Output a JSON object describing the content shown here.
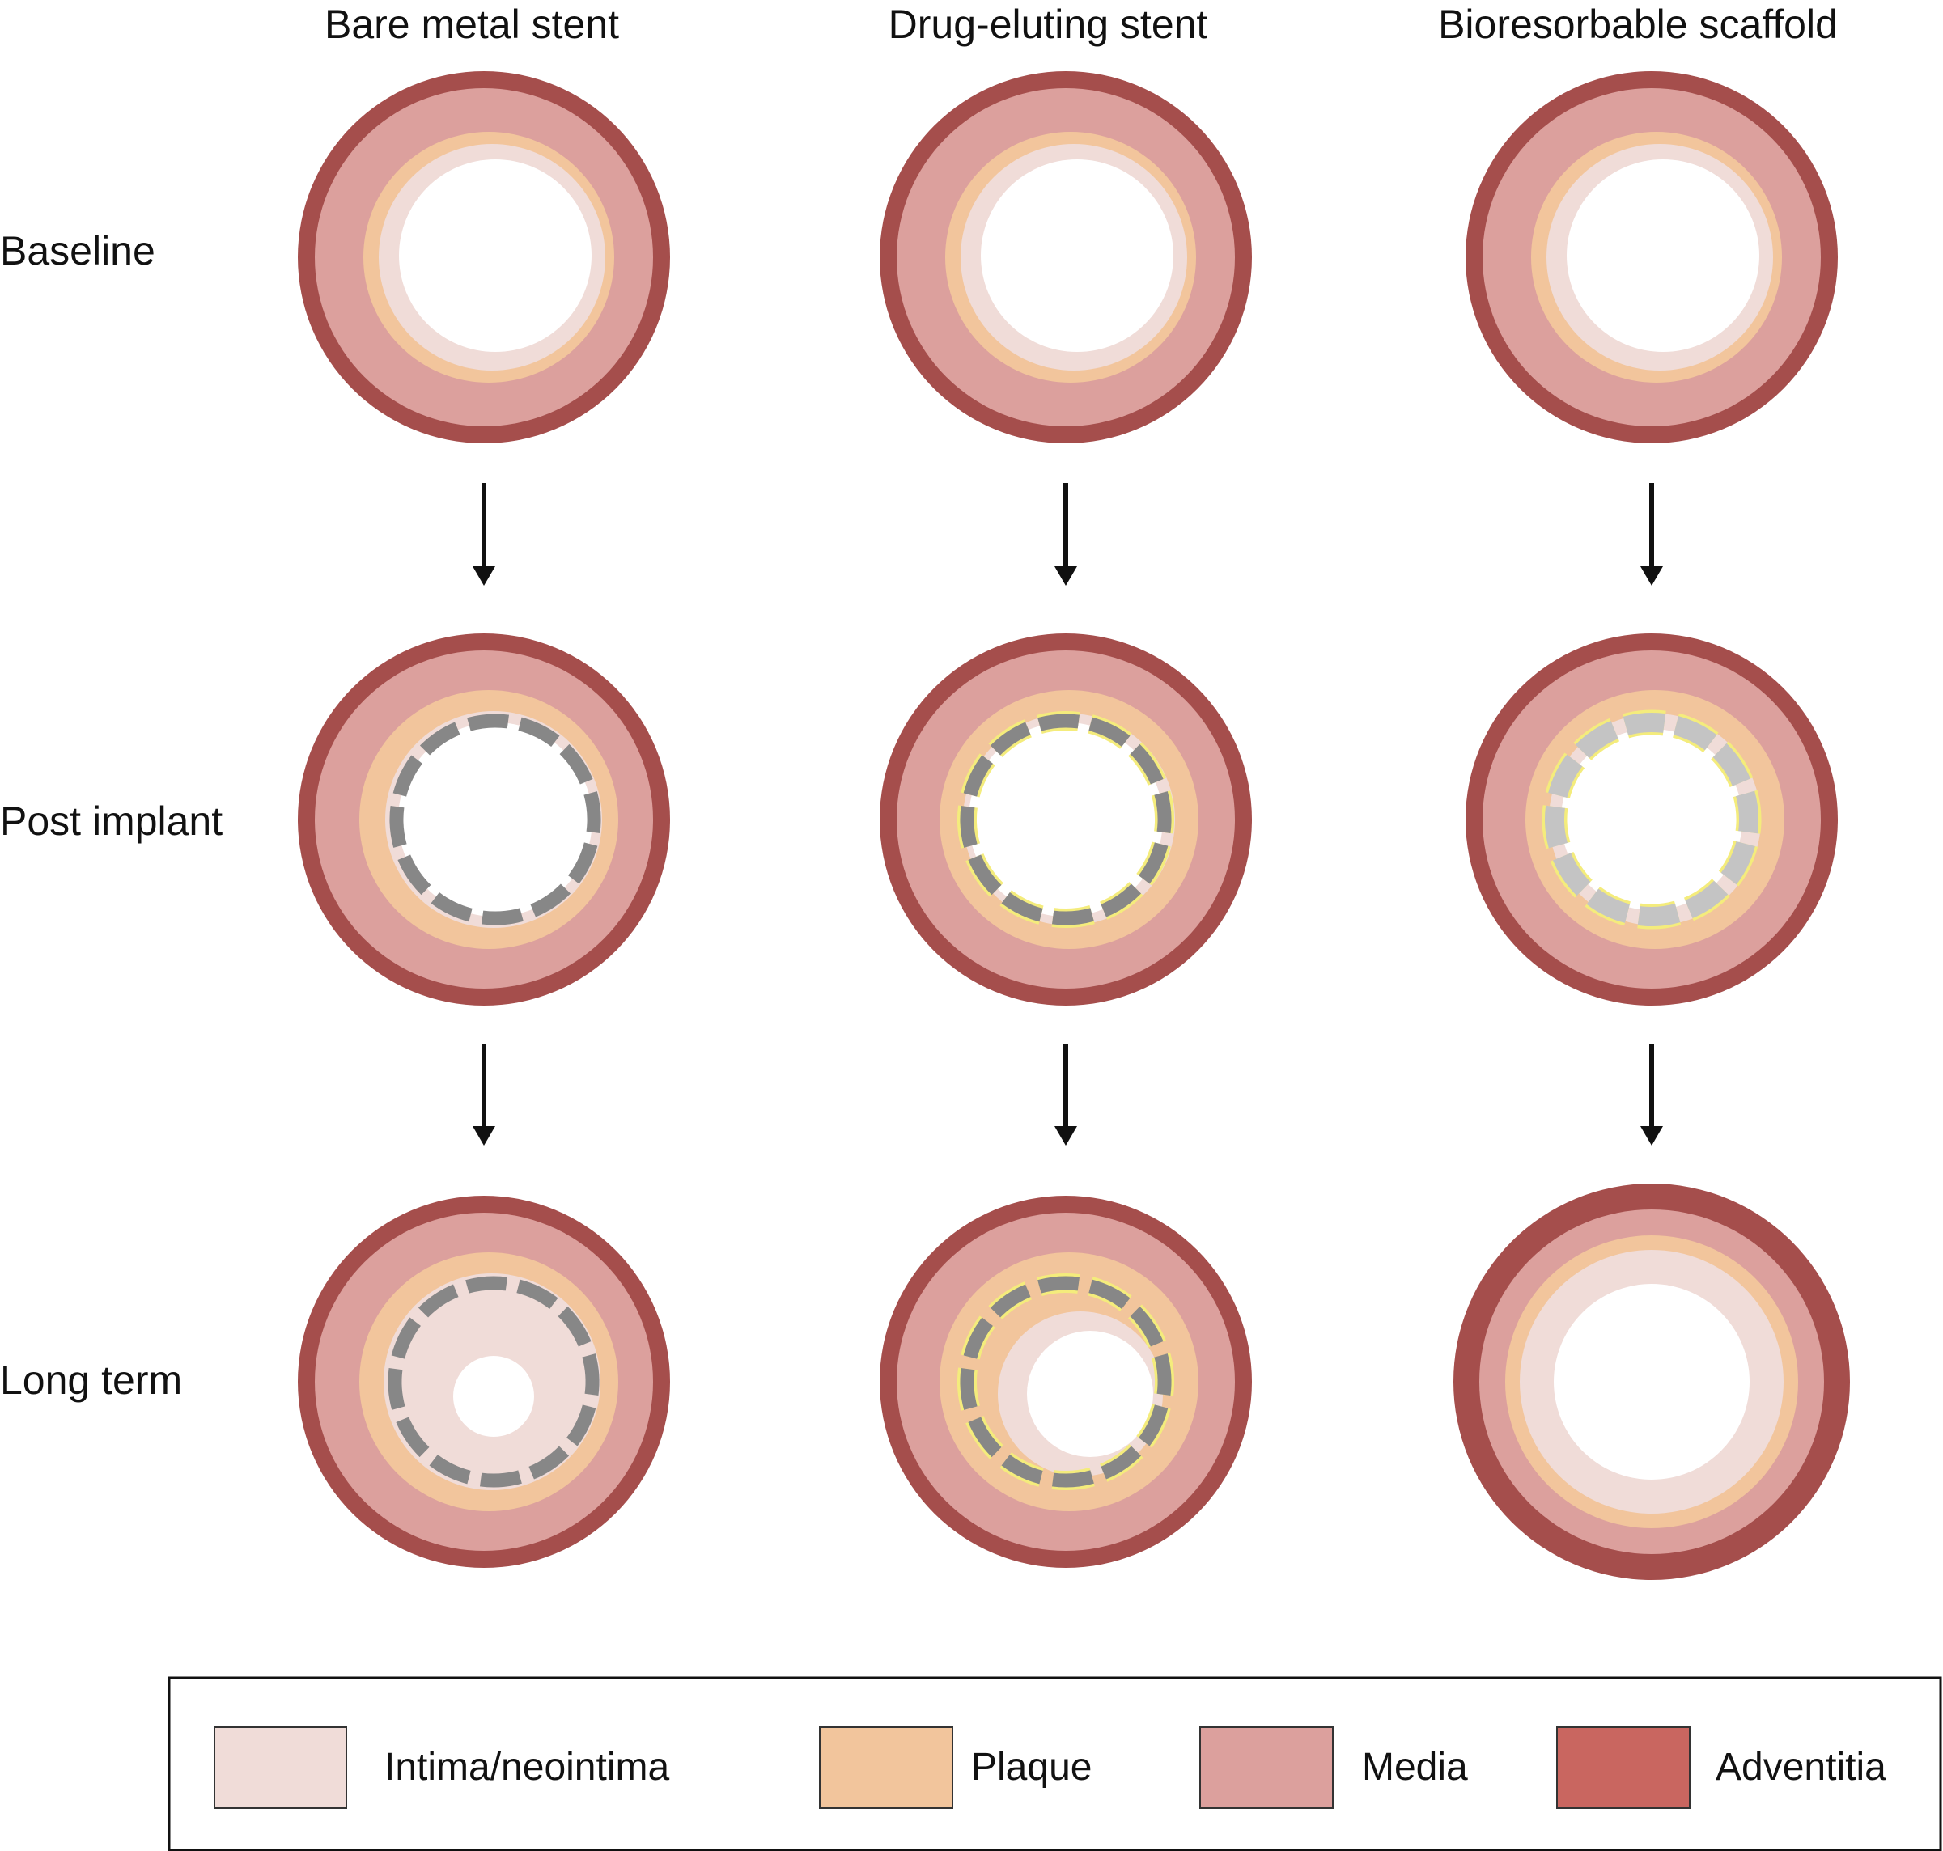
{
  "columns": [
    {
      "id": "bare-metal-stent",
      "label": "Bare metal stent"
    },
    {
      "id": "drug-eluting-stent",
      "label": "Drug-eluting stent"
    },
    {
      "id": "bioresorbable-scaffold",
      "label": "Bioresorbable scaffold"
    }
  ],
  "rows": [
    {
      "id": "baseline",
      "label": "Baseline"
    },
    {
      "id": "post-implant",
      "label": "Post implant"
    },
    {
      "id": "long-term",
      "label": "Long term"
    }
  ],
  "legend": [
    {
      "id": "intima",
      "label": "Intima/neointima",
      "color": "#f0dcd8"
    },
    {
      "id": "plaque",
      "label": "Plaque",
      "color": "#f2c59c"
    },
    {
      "id": "media",
      "label": "Media",
      "color": "#dca09d"
    },
    {
      "id": "adventitia",
      "label": "Adventitia",
      "color": "#c96660"
    }
  ],
  "colors": {
    "adventitia_ring": "#a54e4c",
    "stent_metal": "#878787",
    "scaffold_polymer": "#c4c4c4",
    "drug_coating": "#f4ec7c",
    "arrow": "#111111"
  }
}
